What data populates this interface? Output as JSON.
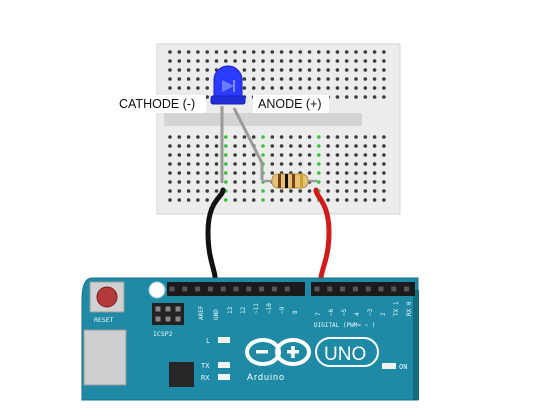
{
  "labels": {
    "cathode": "CATHODE (-)",
    "anode": "ANODE (+)"
  },
  "board": {
    "reset": "RESET",
    "icsp": "ICSP2",
    "aref": "AREF",
    "gnd": "GND",
    "pins_left": [
      "13",
      "12",
      "~11",
      "~10",
      "~9",
      "8"
    ],
    "pins_right": [
      "7",
      "~6",
      "~5",
      "4",
      "~3",
      "2",
      "TX 1",
      "RX 0"
    ],
    "digital": "DIGITAL (PWM= ~ )",
    "led_l": "L",
    "led_tx": "TX",
    "led_rx": "RX",
    "brand": "Arduino",
    "model": "UNO",
    "on": "ON"
  },
  "colors": {
    "breadboard": "#ececec",
    "board": "#1f8aa6",
    "led": "#2b3cff",
    "wire_black": "#111111",
    "wire_red": "#d11b1b",
    "hole_active": "#37c337"
  }
}
